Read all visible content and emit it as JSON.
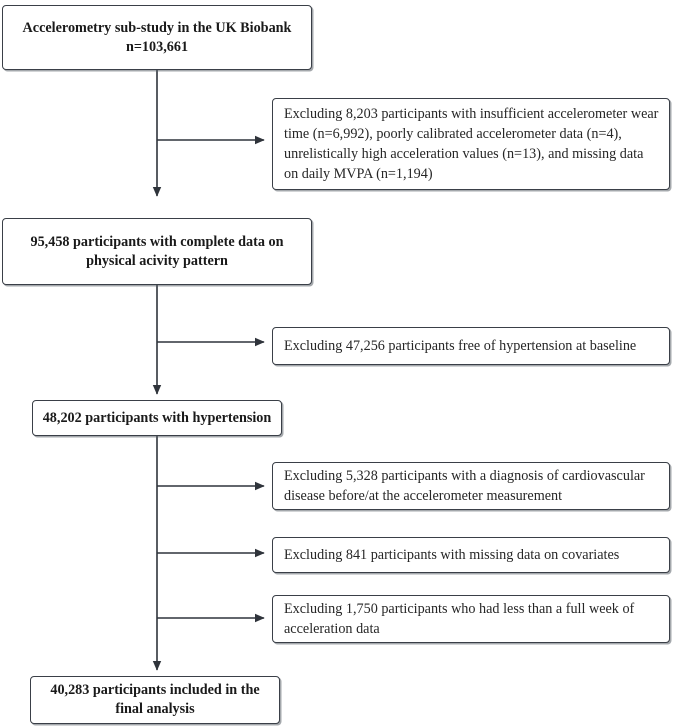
{
  "figure": {
    "type": "participant-flow-diagram",
    "stroke_color": "#3a3f47",
    "text_color": "#1a1a1a",
    "background": "#ffffff"
  },
  "nodes": {
    "cohort": {
      "text": "Accelerometry sub-study in the UK Biobank\nn=103,661",
      "count": 103661
    },
    "complete_data": {
      "text": "95,458 participants with complete data on\nphysical acivity pattern",
      "count": 95458
    },
    "hypertension": {
      "text": "48,202 participants with hypertension",
      "count": 48202
    },
    "final": {
      "text": "40,283 participants included in the\nfinal analysis",
      "count": 40283
    }
  },
  "exclusions": [
    {
      "text": "Excluding 8,203 participants with insufficient accelerometer wear time (n=6,992), poorly calibrated accelerometer data (n=4), unrelistically high acceleration values (n=13), and missing data on daily MVPA (n=1,194)",
      "count": 8203
    },
    {
      "text": "Excluding 47,256 participants free of hypertension at baseline",
      "count": 47256
    },
    {
      "text": "Excluding 5,328 participants with a diagnosis of cardiovascular disease before/at the accelerometer measurement",
      "count": 5328
    },
    {
      "text": "Excluding 841 participants with missing data on covariates",
      "count": 841
    },
    {
      "text": "Excluding 1,750 participants who had less than a full week of acceleration data",
      "count": 1750
    }
  ]
}
